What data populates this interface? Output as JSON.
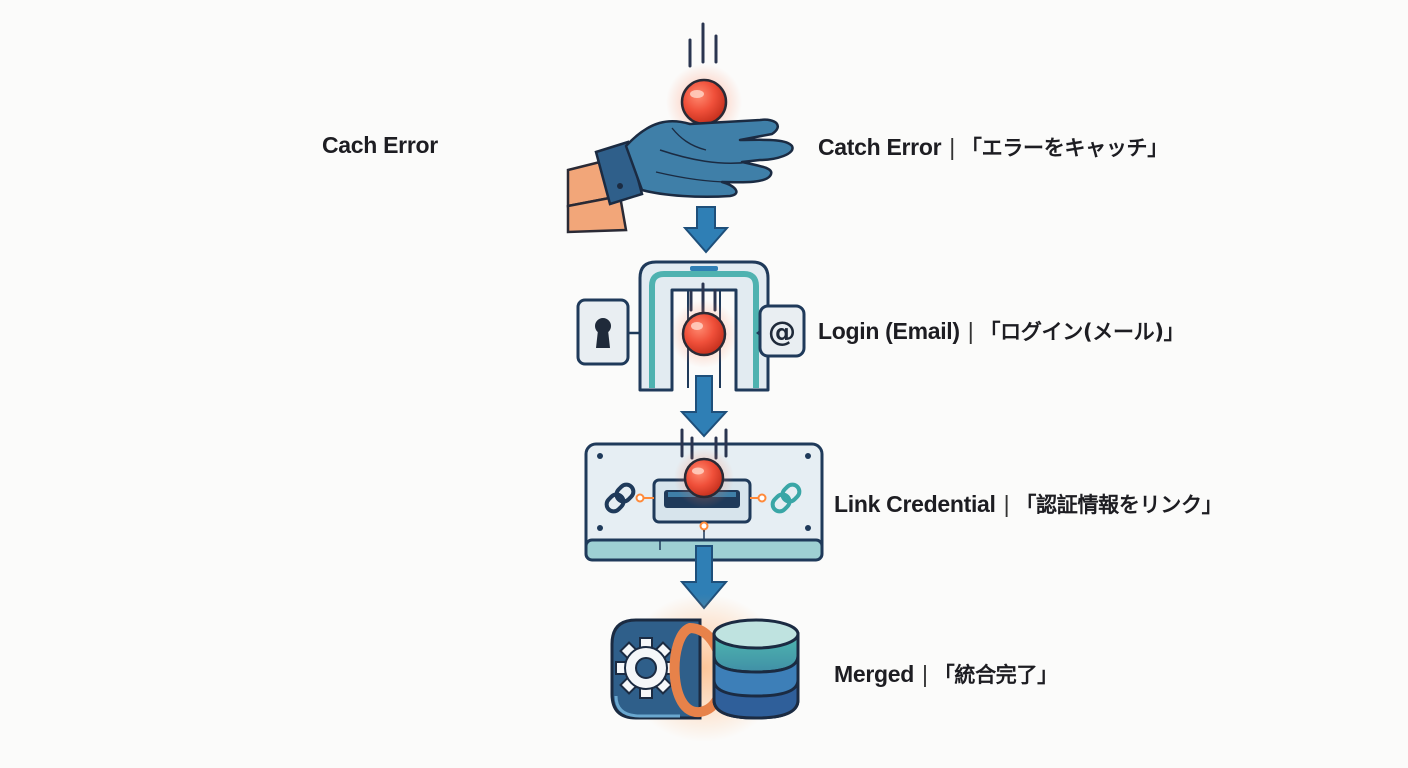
{
  "left_label": "Cach Error",
  "steps": [
    {
      "en": "Catch Error",
      "separator": "|",
      "jp": "「エラーをキャッチ」"
    },
    {
      "en": "Login (Email)",
      "separator": "|",
      "jp": "「ログイン(メール)」"
    },
    {
      "en": "Link Credential",
      "separator": "|",
      "jp": "「認証情報をリンク」"
    },
    {
      "en": "Merged",
      "separator": "|",
      "jp": "「統合完了」"
    }
  ],
  "icons": {
    "catch": "hand-catching-ball-icon",
    "login_gate": "scanner-gate-icon",
    "keyhole": "keyhole-icon",
    "email": "at-sign-icon",
    "link_device": "link-device-icon",
    "merged": "gear-database-icon"
  },
  "colors": {
    "ball": "#f0503a",
    "arrow": "#2f7fb5",
    "teal": "#3aa6a6",
    "navy": "#1f3a5a"
  }
}
